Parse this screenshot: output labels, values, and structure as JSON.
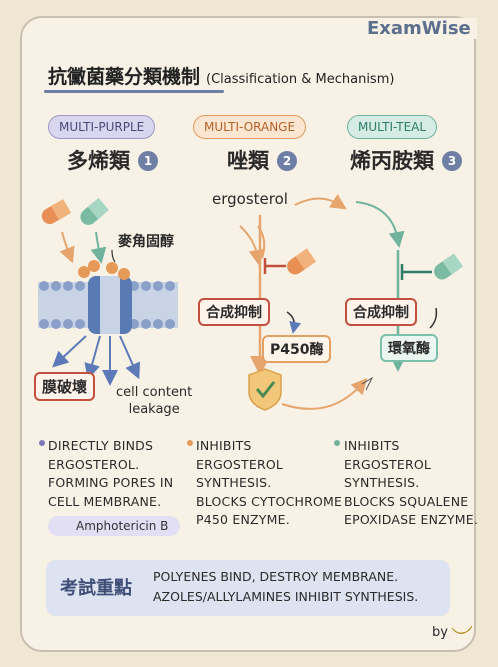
{
  "brand": "ExamWise",
  "title": {
    "main": "抗黴菌藥分類機制",
    "sub": "(Classification & Mechanism)"
  },
  "classes": [
    {
      "tag": "MULTI-PURPLE",
      "name": "多烯類",
      "num": "1",
      "desc": [
        "DIRECTLY BINDS",
        "ERGOSTEROL.",
        "FORMING PORES IN",
        "CELL MEMBRANE."
      ],
      "drug": "Amphotericin B",
      "color": "#7c78b8"
    },
    {
      "tag": "MULTI-ORANGE",
      "name": "唑類",
      "num": "2",
      "desc": [
        "INHIBITS",
        "ERGOSTEROL",
        "SYNTHESIS.",
        "BLOCKS CYTOCHROME",
        "P450 ENZYME."
      ],
      "color": "#e39a5d"
    },
    {
      "tag": "MULTI-TEAL",
      "name": "烯丙胺類",
      "num": "3",
      "desc": [
        "INHIBITS",
        "ERGOSTEROL",
        "SYNTHESIS.",
        "BLOCKS SQUALENE",
        "EPOXIDASE ENZYME."
      ],
      "color": "#6fb39d"
    }
  ],
  "diagram": {
    "ergosterol_cn": "麥角固醇",
    "membrane_break": "膜破壞",
    "leakage": [
      "cell content",
      "leakage"
    ],
    "ergosterol": "ergosterol",
    "synth_inhibit_azole": "合成抑制",
    "synth_inhibit_allyl": "合成抑制",
    "p450": "P450酶",
    "epoxidase": "環氧酶"
  },
  "exam": {
    "label": "考試重點",
    "lines": [
      "POLYENES BIND, DESTROY MEMBRANE.",
      "AZOLES/ALLYLAMINES INHIBIT SYNTHESIS."
    ]
  },
  "by": "by"
}
